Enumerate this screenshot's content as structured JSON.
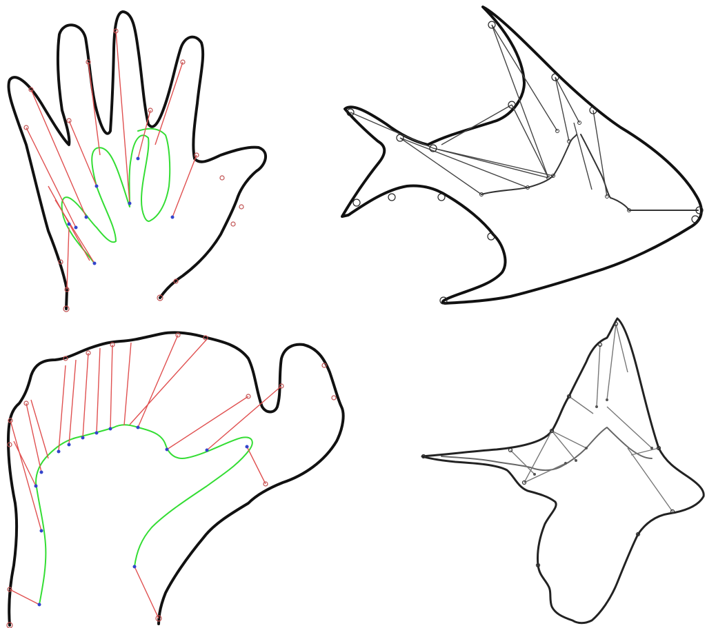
{
  "figure": {
    "panel_count": 4,
    "panels": [
      {
        "id": "hand-1",
        "subject": "hand",
        "style": "color",
        "outline_color": "#1a1a1a",
        "axis_color": "#33dd33",
        "link_color": "#e05050",
        "endpoint_color": "#3344cc"
      },
      {
        "id": "fish",
        "subject": "fish",
        "style": "monochrome",
        "outline_color": "#000000",
        "axis_color": "#333333",
        "link_color": "#444444"
      },
      {
        "id": "hand-2",
        "subject": "hand",
        "style": "color",
        "outline_color": "#1a1a1a",
        "axis_color": "#33dd33",
        "link_color": "#e05050",
        "endpoint_color": "#3344cc"
      },
      {
        "id": "bird",
        "subject": "bird",
        "style": "monochrome",
        "outline_color": "#222222",
        "axis_color": "#666666",
        "link_color": "#777777"
      }
    ]
  }
}
